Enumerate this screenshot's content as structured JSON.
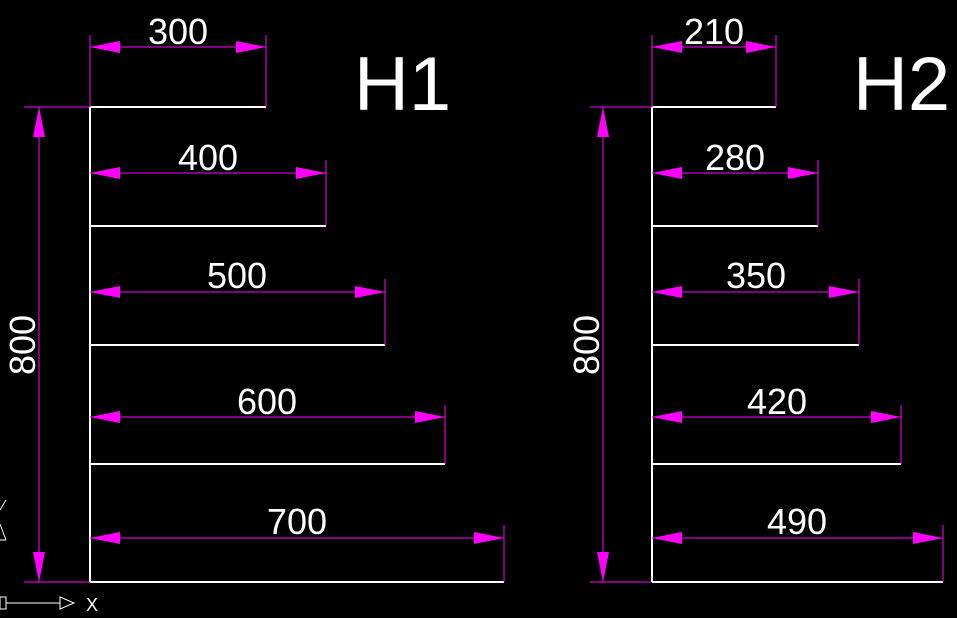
{
  "colors": {
    "background": "#000000",
    "geometry": "#ffffff",
    "dimension": "#ff00ff",
    "text": "#ffffff"
  },
  "ucs": {
    "axis_label": "X",
    "icon": "ucs-axis-icon"
  },
  "drawings": [
    {
      "title": "H1",
      "height_label": "800",
      "shelves": [
        {
          "label": "300"
        },
        {
          "label": "400"
        },
        {
          "label": "500"
        },
        {
          "label": "600"
        },
        {
          "label": "700"
        }
      ]
    },
    {
      "title": "H2",
      "height_label": "800",
      "shelves": [
        {
          "label": "210"
        },
        {
          "label": "280"
        },
        {
          "label": "350"
        },
        {
          "label": "420"
        },
        {
          "label": "490"
        }
      ]
    }
  ]
}
